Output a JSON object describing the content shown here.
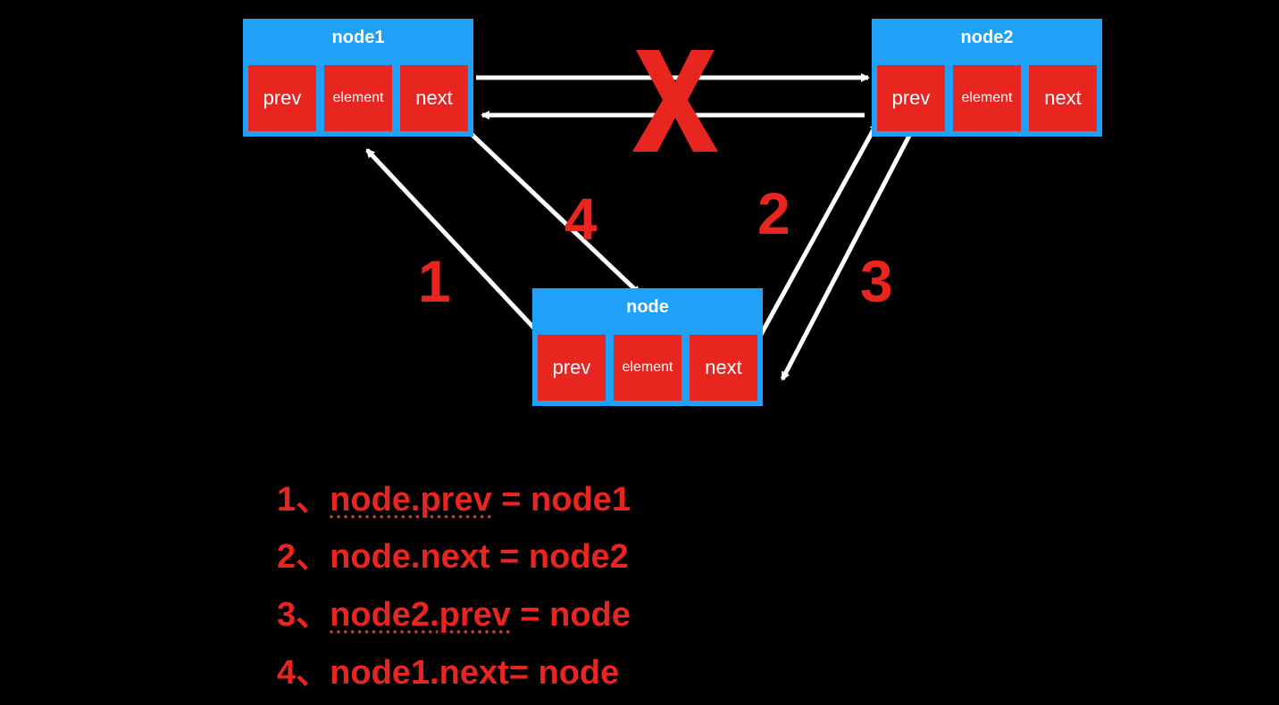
{
  "nodes": {
    "node1": {
      "title": "node1",
      "prev": "prev",
      "element": "element",
      "next": "next"
    },
    "node2": {
      "title": "node2",
      "prev": "prev",
      "element": "element",
      "next": "next"
    },
    "node_new": {
      "title": "node",
      "prev": "prev",
      "element": "element",
      "next": "next"
    }
  },
  "steps": {
    "one": "1",
    "two": "2",
    "three": "3",
    "four": "4"
  },
  "cross_mark": "X",
  "code_lines": [
    {
      "prefix": "1、",
      "underlined": "node.prev",
      "rest": " = node1"
    },
    {
      "prefix": "2、",
      "underlined": "",
      "rest": "node.next = node2"
    },
    {
      "prefix": "3、",
      "underlined": "node2.prev",
      "rest": " = node"
    },
    {
      "prefix": "4、",
      "underlined": "",
      "rest": "node1.next= node"
    }
  ],
  "colors": {
    "background": "#000000",
    "node_blue": "#1ea1f7",
    "cell_red": "#e8251f",
    "arrow_white": "#ffffff",
    "text_red": "#e8251f"
  }
}
